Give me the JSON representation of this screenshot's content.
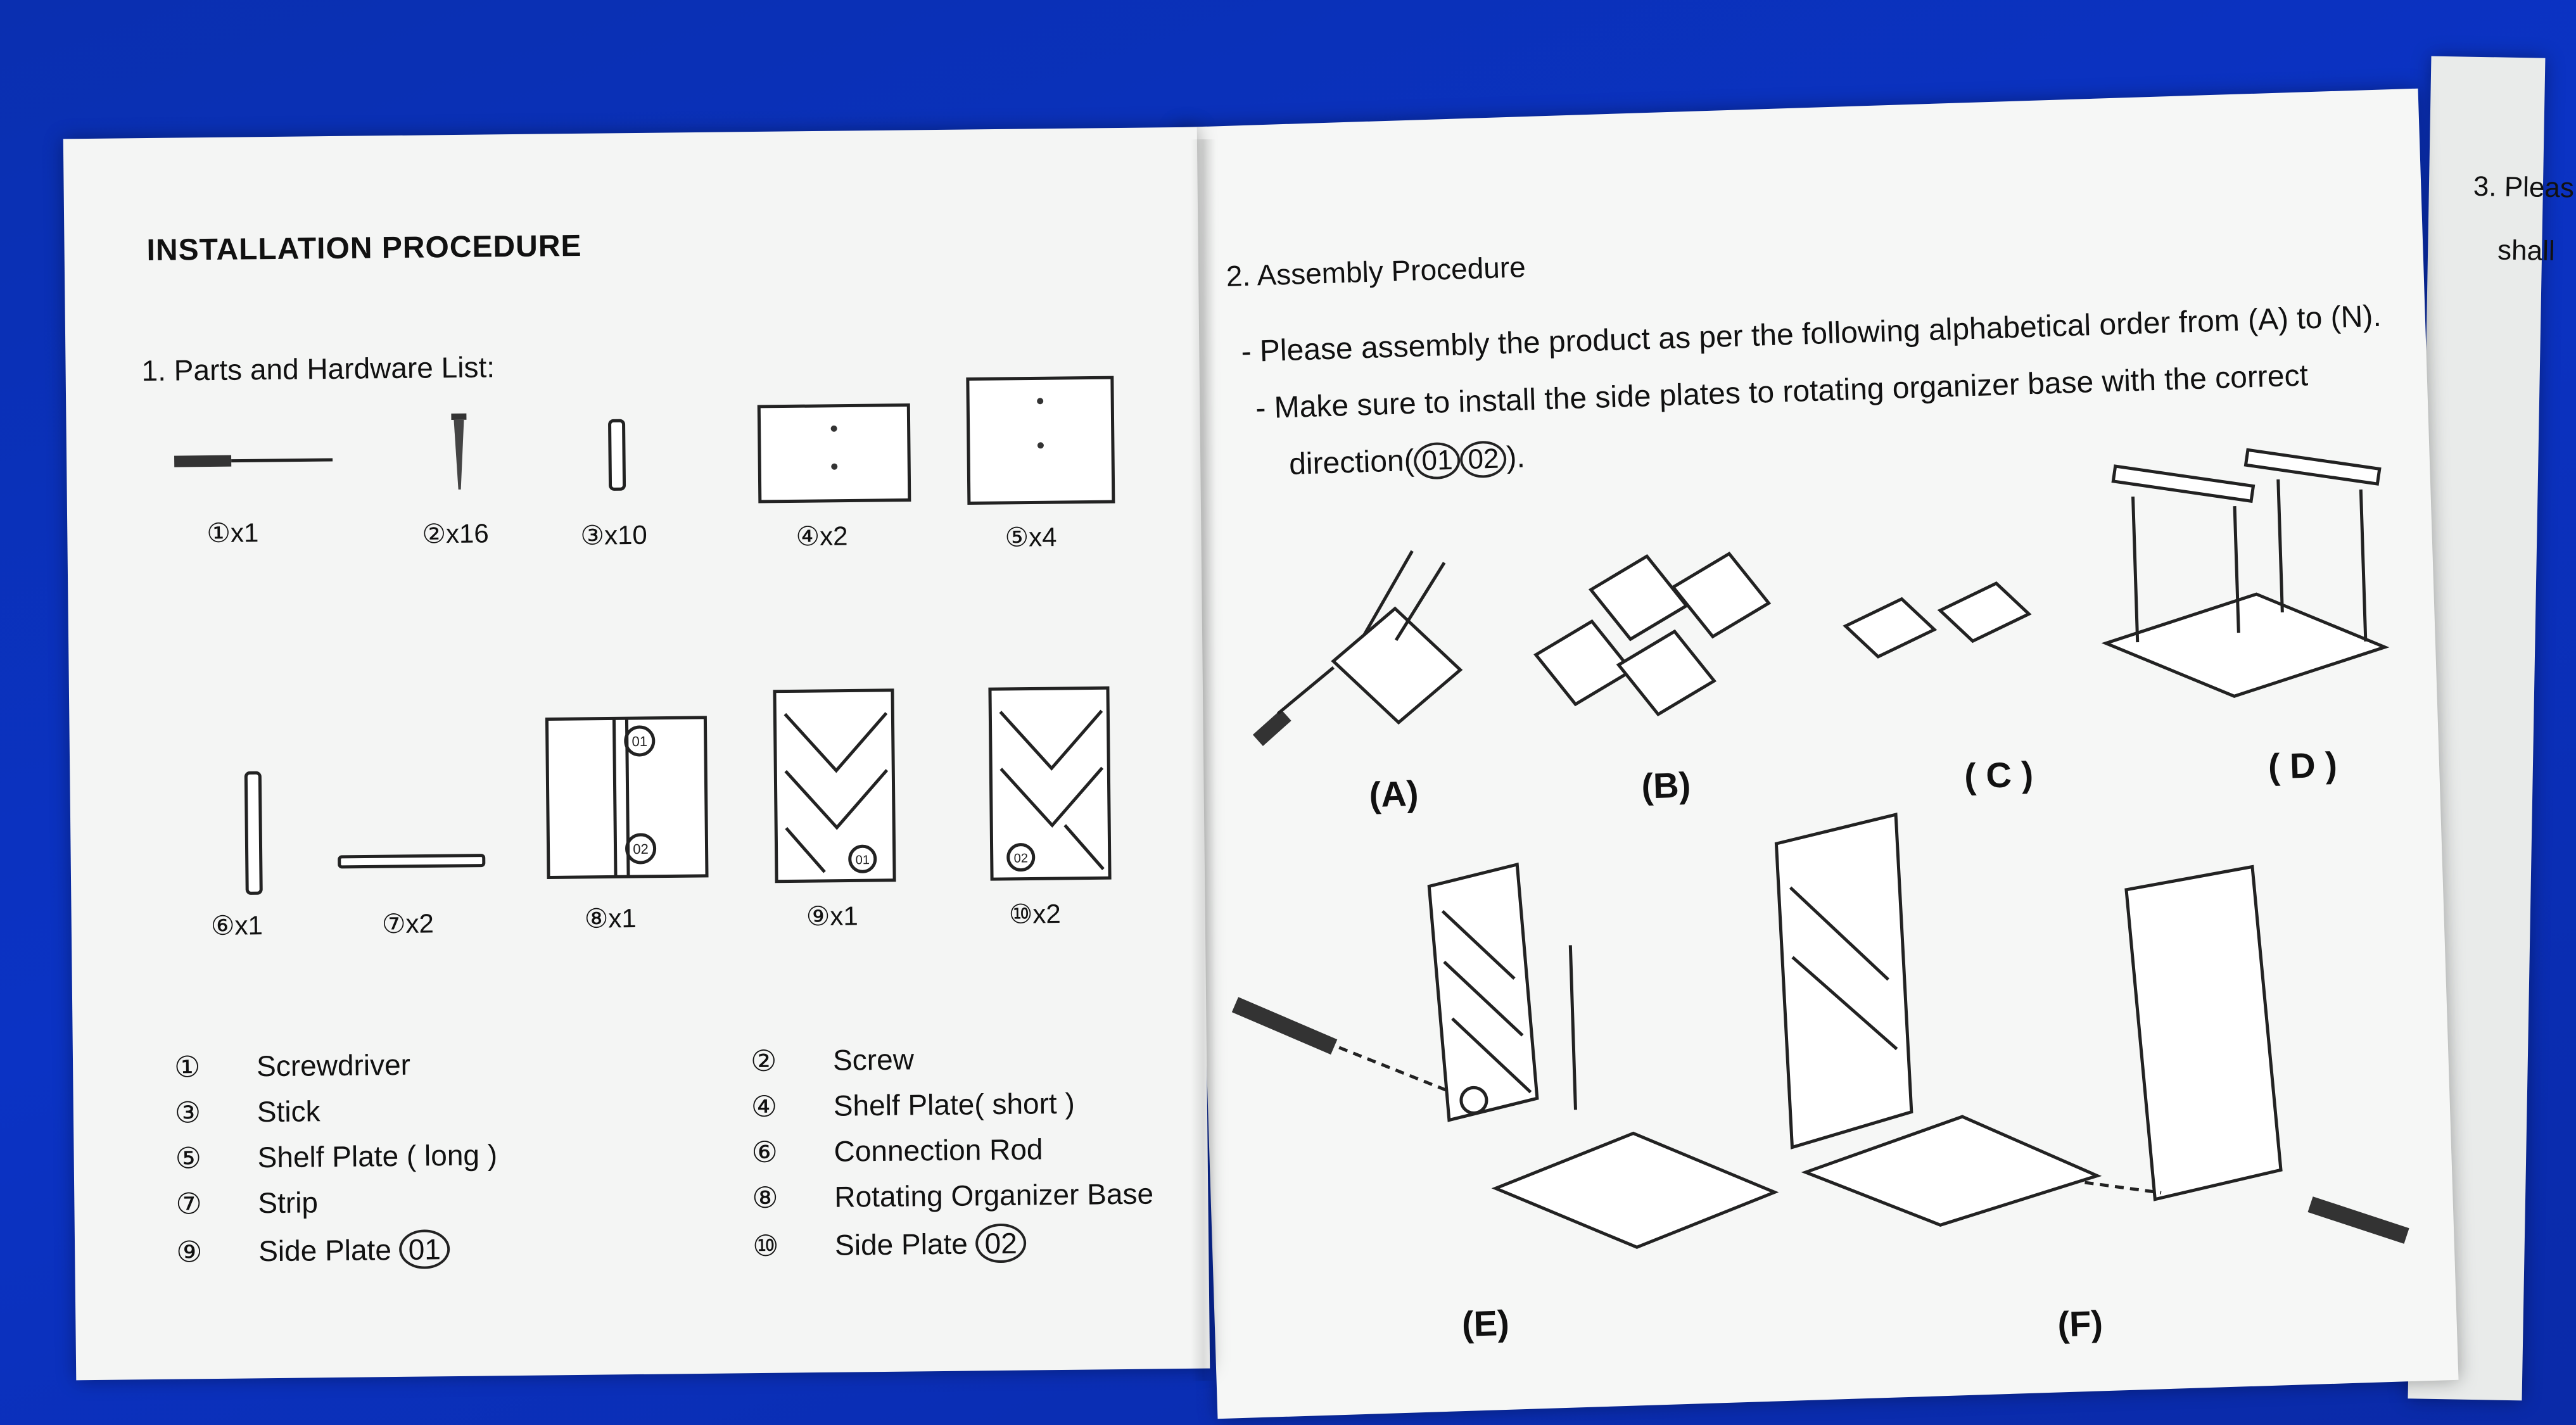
{
  "left_page": {
    "title": "INSTALLATION PROCEDURE",
    "section1": "1. Parts and Hardware List:",
    "parts_row1": [
      "①x1",
      "②x16",
      "③x10",
      "④x2",
      "⑤x4"
    ],
    "parts_row2": [
      "⑥x1",
      "⑦x2",
      "⑧x1",
      "⑨x1",
      "⑩x2"
    ],
    "legend": [
      {
        "num": "①",
        "name": "Screwdriver"
      },
      {
        "num": "②",
        "name": "Screw"
      },
      {
        "num": "③",
        "name": "Stick"
      },
      {
        "num": "④",
        "name": "Shelf Plate( short )"
      },
      {
        "num": "⑤",
        "name": "Shelf Plate ( long )"
      },
      {
        "num": "⑥",
        "name": "Connection Rod"
      },
      {
        "num": "⑦",
        "name": "Strip"
      },
      {
        "num": "⑧",
        "name": "Rotating Organizer Base"
      },
      {
        "num": "⑨",
        "name": "Side Plate",
        "badge": "01"
      },
      {
        "num": "⑩",
        "name": "Side Plate",
        "badge": "02"
      }
    ],
    "part_badges": [
      "01",
      "02"
    ]
  },
  "right_page": {
    "section2": "2. Assembly Procedure",
    "line1": "- Please assembly the product as per the following alphabetical order from (A) to (N).",
    "line2": "- Make sure to install the side plates to rotating organizer base with the correct",
    "line3_prefix": "direction(",
    "line3_badges": [
      "01",
      "02"
    ],
    "line3_suffix": ").",
    "steps": [
      "(A)",
      "(B)",
      "( C )",
      "( D )",
      "(E)",
      "(F)"
    ]
  },
  "edge_page": {
    "fragment1": "3. Pleas",
    "fragment2": "shall"
  }
}
